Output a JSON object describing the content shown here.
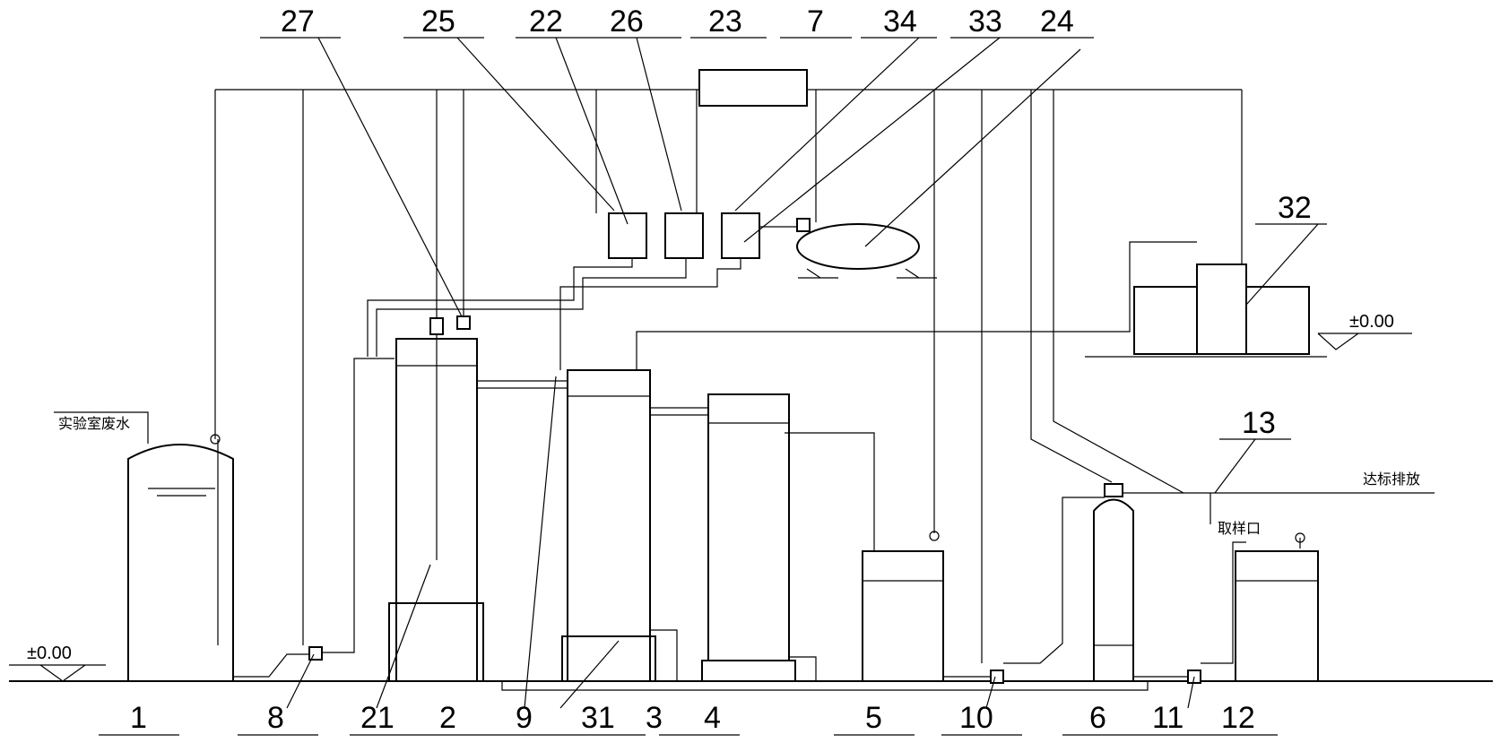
{
  "labels": {
    "l1": "1",
    "l2": "2",
    "l3": "3",
    "l4": "4",
    "l5": "5",
    "l6": "6",
    "l7": "7",
    "l8": "8",
    "l9": "9",
    "l10": "10",
    "l11": "11",
    "l12": "12",
    "l13": "13",
    "l21": "21",
    "l22": "22",
    "l23": "23",
    "l24": "24",
    "l25": "25",
    "l26": "26",
    "l27": "27",
    "l31": "31",
    "l32": "32",
    "l33": "33",
    "l34": "34"
  },
  "text": {
    "inlet": "实验室废水",
    "outlet": "达标排放",
    "sample": "取样口",
    "level_left": "±0.00",
    "level_right": "±0.00"
  }
}
